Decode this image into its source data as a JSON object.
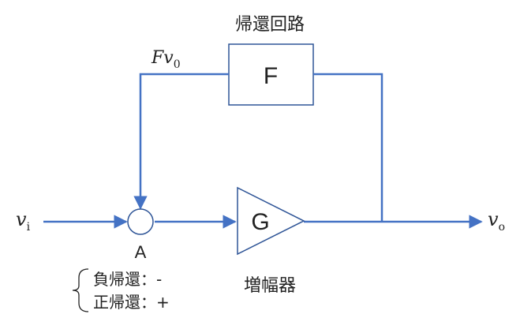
{
  "feedback_block": {
    "title": "帰還回路",
    "symbol": "F"
  },
  "amplifier": {
    "symbol": "G",
    "label": "増幅器"
  },
  "summing_junction": {
    "label": "A"
  },
  "signals": {
    "input": {
      "var": "v",
      "sub": "i"
    },
    "output": {
      "var": "v",
      "sub": "o"
    },
    "feedback": {
      "prefix": "F",
      "var": "v",
      "sub": "0"
    }
  },
  "feedback_modes": {
    "negative": "負帰還：-",
    "positive": "正帰還：+"
  },
  "colors": {
    "wire": "#4472c4",
    "box_stroke": "#2f5597",
    "text": "#222222"
  }
}
